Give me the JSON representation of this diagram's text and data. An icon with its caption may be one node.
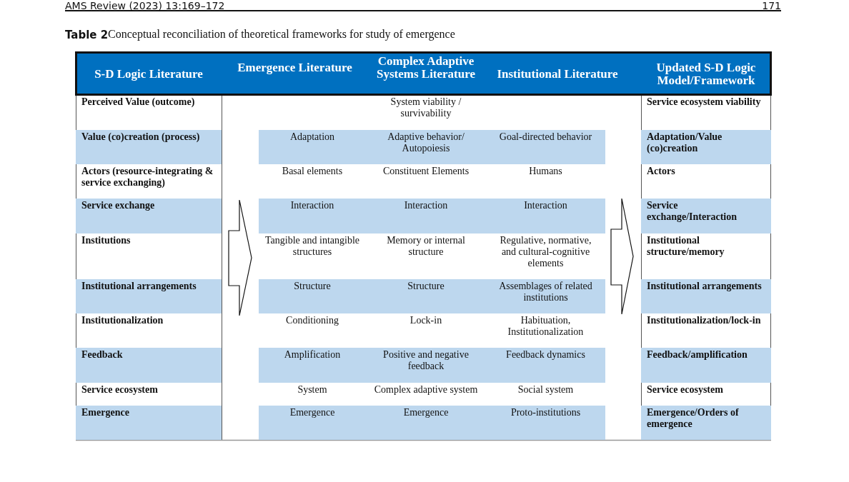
{
  "diagram": {
    "caption": "Conceptual reconciliation of theoretical frameworks for study of emergence",
    "labels": [
      "AMS Review (2023) 13:169–172",
      "171",
      "Table 2",
      "S-D Logic Literature",
      "Emergence Literature",
      "Complex Adaptive Systems Literature",
      "Institutional Literature",
      "Updated S-D Logic Model/Framework",
      "Perceived Value (outcome)",
      "System viability / survivability",
      "Service ecosystem viability",
      "Value (co)creation (process)",
      "Adaptation",
      "Adaptive behavior/ Autopoiesis",
      "Goal-directed behavior",
      "Adaptation/Value (co)creation",
      "Actors (resource-integrating & service exchanging)",
      "Basal elements",
      "Constituent Elements",
      "Humans",
      "Actors",
      "Service exchange",
      "Interaction",
      "Interaction",
      "Interaction",
      "Service exchange/Interaction",
      "Institutions",
      "Tangible and intangible structures",
      "Memory or internal structure",
      "Regulative, normative, and cultural-cognitive elements",
      "Institutional structure/memory",
      "Institutional arrangements",
      "Structure",
      "Structure",
      "Assemblages of related institutions",
      "Institutional arrangements",
      "Institutionalization",
      "Conditioning",
      "Lock-in",
      "Habituation, Institutionalization",
      "Institutionalization/lock-in",
      "Feedback",
      "Amplification",
      "Positive and negative feedback",
      "Feedback dynamics",
      "Feedback/amplification",
      "Service ecosystem",
      "System",
      "Complex adaptive system",
      "Social system",
      "Service ecosystem",
      "Emergence",
      "Emergence",
      "Emergence",
      "Proto-institutions",
      "Emergence/Orders of emergence"
    ]
  }
}
